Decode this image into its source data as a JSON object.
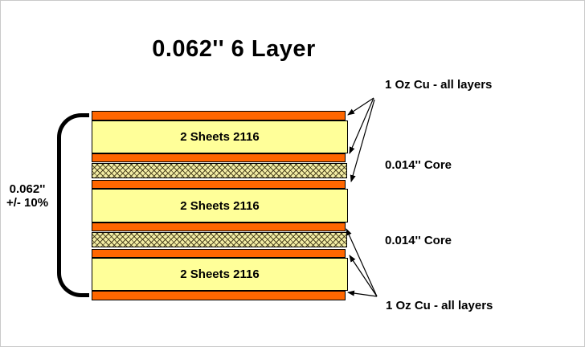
{
  "title": "0.062'' 6 Layer",
  "stack": {
    "sheets_label": "2 Sheets 2116",
    "layer_sequence": [
      "copper",
      "prepreg-2-sheets-2116",
      "copper",
      "core-0.014-inch",
      "copper",
      "prepreg-2-sheets-2116",
      "copper",
      "core-0.014-inch",
      "copper",
      "prepreg-2-sheets-2116",
      "copper"
    ]
  },
  "dimension": {
    "line1": "0.062''",
    "line2": "+/- 10%"
  },
  "callouts": {
    "cu_top": "1 Oz Cu - all layers",
    "core_top": "0.014'' Core",
    "core_bottom": "0.014'' Core",
    "cu_bottom": "1 Oz Cu - all layers"
  },
  "colors": {
    "copper": "#ff6600",
    "prepreg": "#ffff99",
    "core_background": "#f2eca4",
    "outline": "#000000",
    "text": "#000000",
    "frame": "#c9c9c9"
  }
}
